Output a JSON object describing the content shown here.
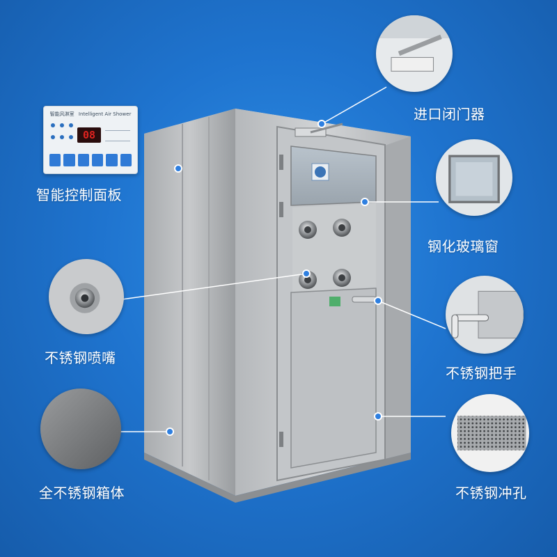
{
  "callouts": {
    "door_closer": "进口闭门器",
    "control_panel": "智能控制面板",
    "tempered_glass": "钢化玻璃窗",
    "nozzle": "不锈钢喷嘴",
    "handle": "不锈钢把手",
    "cabinet_body": "全不锈钢箱体",
    "perforated_plate": "不锈钢冲孔"
  },
  "control_panel": {
    "title": "智能风淋室",
    "title_en": "Intelligent Air Shower",
    "display_value": "08"
  },
  "colors": {
    "background": "#1f74cf",
    "steel": "#b9bcbf",
    "callout_dot": "#2e7fe0",
    "display_red": "#e0231f"
  }
}
